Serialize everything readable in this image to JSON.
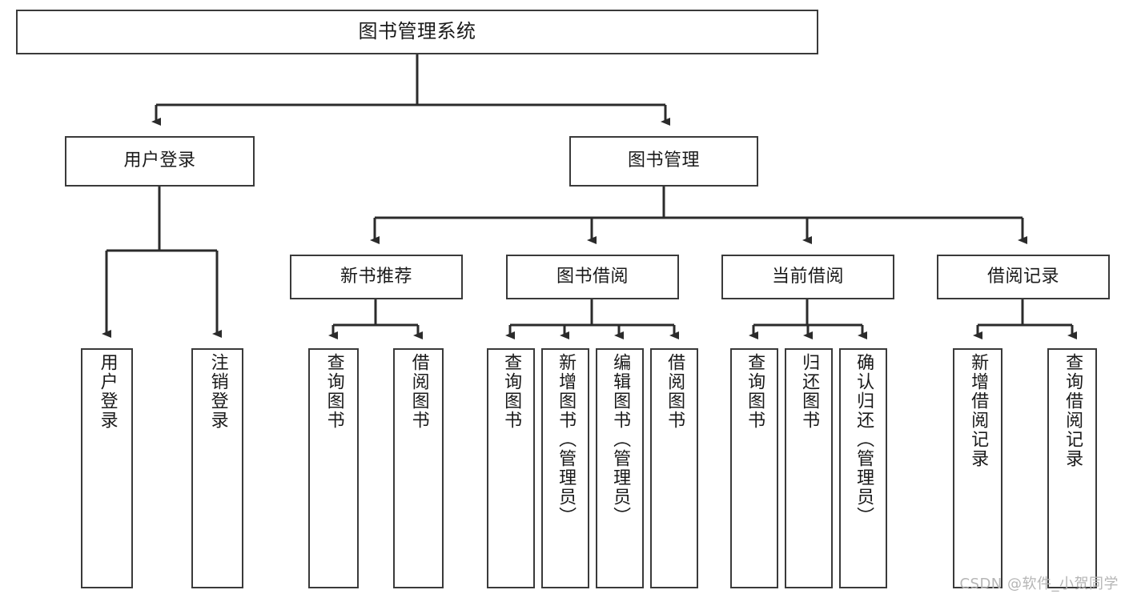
{
  "diagram": {
    "title": "图书管理系统",
    "type": "hierarchy-tree",
    "watermark": "CSDN @软件_小贺同学",
    "colors": {
      "box_border": "#3a3a3a",
      "box_fill": "#ffffff",
      "edge": "#2b2b2b",
      "text": "#1a1a1a",
      "watermark": "#b5b5b5"
    },
    "root": {
      "id": "root",
      "label": "图书管理系统",
      "orientation": "horizontal"
    },
    "level2": [
      {
        "id": "user-login",
        "label": "用户登录",
        "orientation": "horizontal"
      },
      {
        "id": "book-manage",
        "label": "图书管理",
        "orientation": "horizontal"
      }
    ],
    "level3": [
      {
        "id": "new-book-rec",
        "label": "新书推荐",
        "orientation": "horizontal",
        "parent": "book-manage"
      },
      {
        "id": "book-borrow",
        "label": "图书借阅",
        "orientation": "horizontal",
        "parent": "book-manage"
      },
      {
        "id": "current-borrow",
        "label": "当前借阅",
        "orientation": "horizontal",
        "parent": "book-manage"
      },
      {
        "id": "borrow-record",
        "label": "借阅记录",
        "orientation": "horizontal",
        "parent": "book-manage"
      }
    ],
    "leaves": {
      "user-login": [
        {
          "id": "leaf-user-login",
          "label": "用户登录"
        },
        {
          "id": "leaf-user-logout",
          "label": "注销登录"
        }
      ],
      "new-book-rec": [
        {
          "id": "leaf-query-book-1",
          "label": "查询图书"
        },
        {
          "id": "leaf-borrow-book-1",
          "label": "借阅图书"
        }
      ],
      "book-borrow": [
        {
          "id": "leaf-query-book-2",
          "label": "查询图书"
        },
        {
          "id": "leaf-add-book",
          "label": "新增图书（管理员）"
        },
        {
          "id": "leaf-edit-book",
          "label": "编辑图书（管理员）"
        },
        {
          "id": "leaf-borrow-book-2",
          "label": "借阅图书"
        }
      ],
      "current-borrow": [
        {
          "id": "leaf-query-book-3",
          "label": "查询图书"
        },
        {
          "id": "leaf-return-book",
          "label": "归还图书"
        },
        {
          "id": "leaf-confirm-return",
          "label": "确认归还（管理员）"
        }
      ],
      "borrow-record": [
        {
          "id": "leaf-add-record",
          "label": "新增借阅记录"
        },
        {
          "id": "leaf-query-record",
          "label": "查询借阅记录"
        }
      ]
    }
  }
}
